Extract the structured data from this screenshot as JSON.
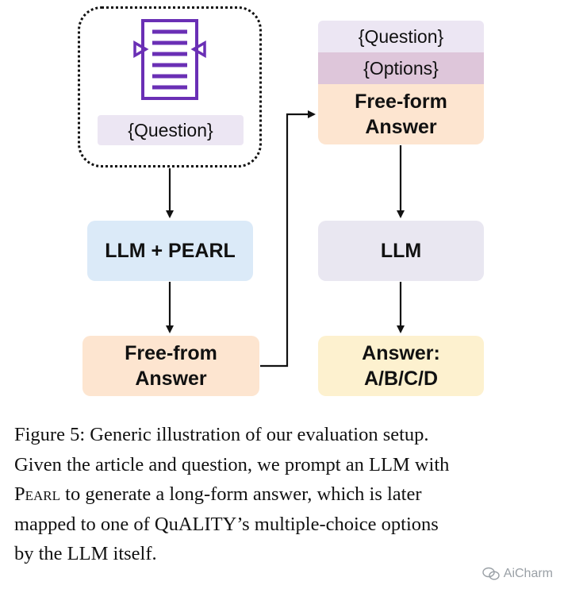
{
  "diagram": {
    "left_column": {
      "question_tag": "{Question}",
      "llm_pearl": "LLM + PEARL",
      "free_form_answer": [
        "Free-from",
        "Answer"
      ]
    },
    "right_column": {
      "question_tag": "{Question}",
      "options_tag": "{Options}",
      "free_form_answer": [
        "Free-form",
        "Answer"
      ],
      "llm": "LLM",
      "final_answer": [
        "Answer:",
        "A/B/C/D"
      ]
    },
    "colors": {
      "question_fill": "#ece6f3",
      "options_fill": "#dec6da",
      "answer_fill": "#fde5d0",
      "llm_pearl_fill": "#dbeaf8",
      "llm_fill": "#e9e7f1",
      "final_answer_fill": "#fdf1cf",
      "document_icon": "#6a2fb5"
    },
    "icons": [
      "document-icon"
    ]
  },
  "caption": {
    "line1": "Figure 5: Generic illustration of our evaluation setup.",
    "line2": "Given the article and question, we prompt an LLM with",
    "line3_smallcaps": "Pearl",
    "line3_rest": " to generate a long-form answer, which is later",
    "line4": "mapped to one of QuALITY’s multiple-choice options",
    "line5": "by the LLM itself."
  },
  "watermark": "AiCharm"
}
